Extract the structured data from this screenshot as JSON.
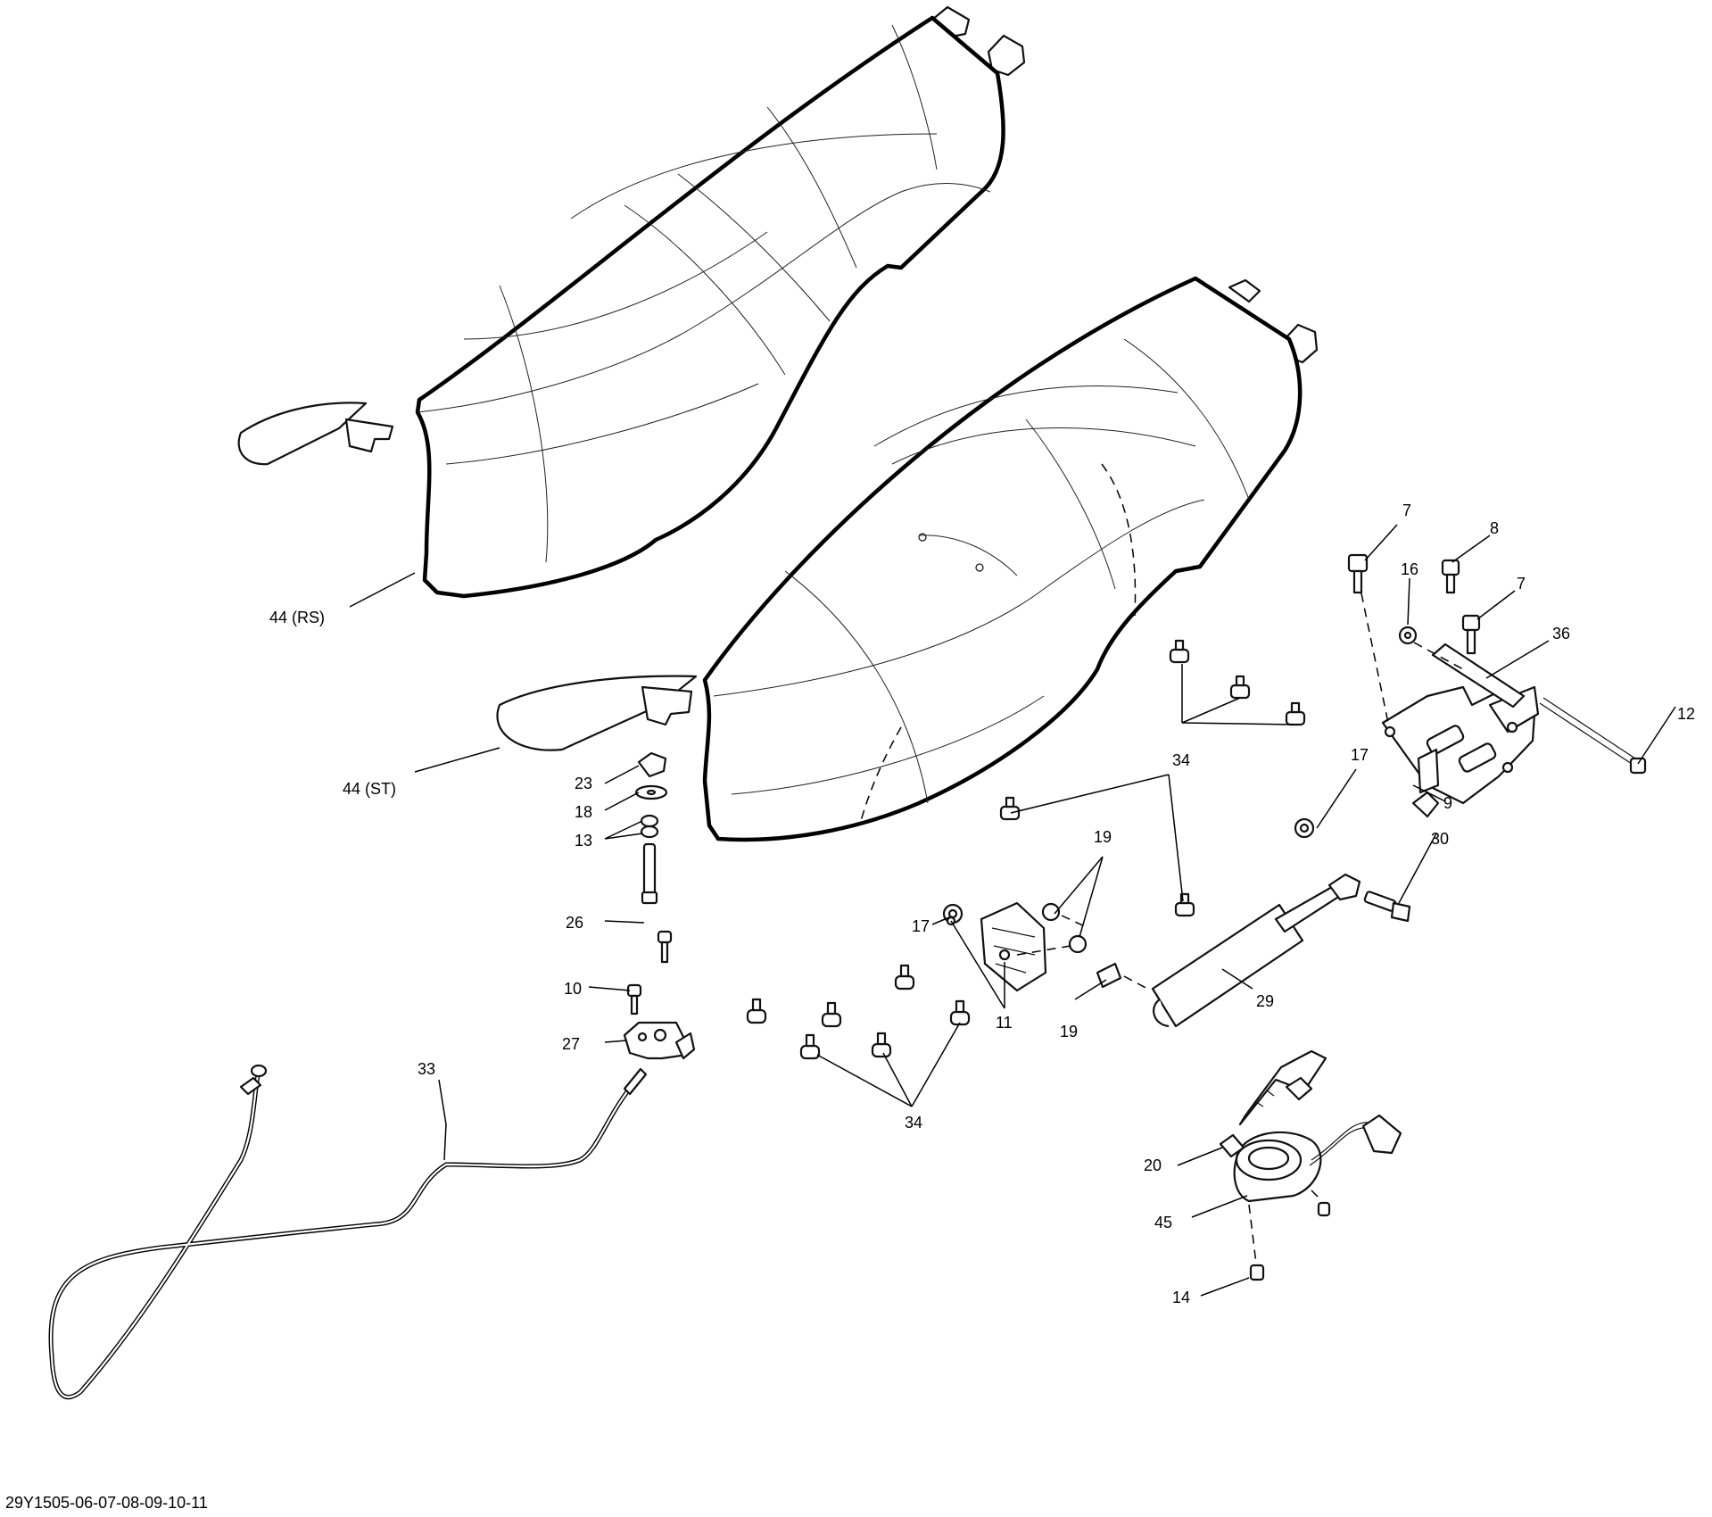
{
  "document_id": "29Y1505-06-07-08-09-10-11",
  "callouts": {
    "c44rs": "44 (RS)",
    "c44st": "44 (ST)",
    "c7a": "7",
    "c8": "8",
    "c16": "16",
    "c7b": "7",
    "c36": "36",
    "c12": "12",
    "c34a": "34",
    "c17a": "17",
    "c9": "9",
    "c30": "30",
    "c23": "23",
    "c18": "18",
    "c13": "13",
    "c26": "26",
    "c10": "10",
    "c27": "27",
    "c19a": "19",
    "c17b": "17",
    "c11": "11",
    "c19b": "19",
    "c29": "29",
    "c34b": "34",
    "c33": "33",
    "c20": "20",
    "c45": "45",
    "c14": "14"
  }
}
